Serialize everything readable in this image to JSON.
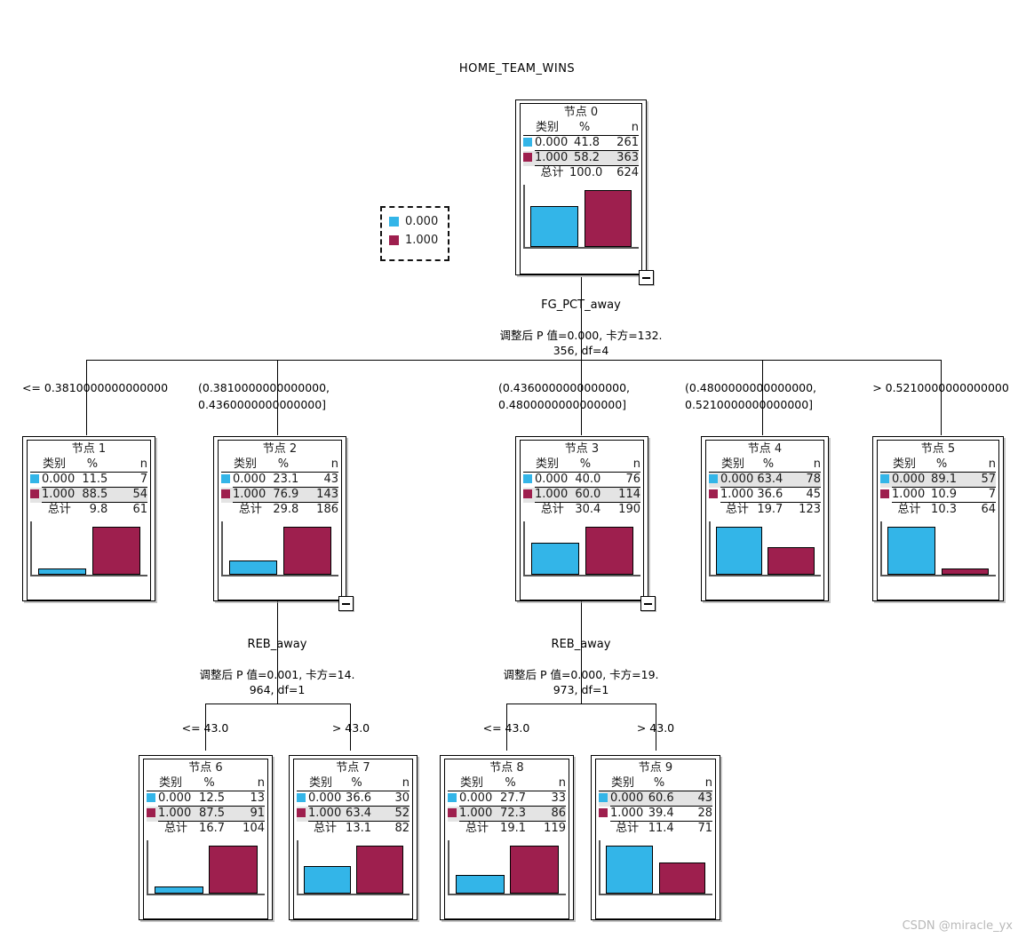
{
  "chart_data": {
    "type": "tree",
    "title": "HOME_TEAM_WINS",
    "target_variable": "HOME_TEAM_WINS",
    "legend": {
      "title": "",
      "entries": [
        {
          "label": "0.000",
          "color": "#33b5e8"
        },
        {
          "label": "1.000",
          "color": "#9e1f4e"
        }
      ]
    },
    "table_headers": {
      "class": "类别",
      "percent": "%",
      "n": "n",
      "total": "总计"
    },
    "nodes": [
      {
        "id": 0,
        "title": "节点 0",
        "rows": [
          {
            "class": "0.000",
            "pct": "41.8",
            "n": "261",
            "color": "#33b5e8",
            "highlight": false,
            "value": 41.8
          },
          {
            "class": "1.000",
            "pct": "58.2",
            "n": "363",
            "color": "#9e1f4e",
            "highlight": true,
            "value": 58.2
          }
        ],
        "total": {
          "label": "总计",
          "pct": "100.0",
          "n": "624"
        },
        "collapse": true
      },
      {
        "id": 1,
        "title": "节点 1",
        "rows": [
          {
            "class": "0.000",
            "pct": "11.5",
            "n": "7",
            "color": "#33b5e8",
            "highlight": false,
            "value": 11.5
          },
          {
            "class": "1.000",
            "pct": "88.5",
            "n": "54",
            "color": "#9e1f4e",
            "highlight": true,
            "value": 88.5
          }
        ],
        "total": {
          "label": "总计",
          "pct": "9.8",
          "n": "61"
        },
        "collapse": false
      },
      {
        "id": 2,
        "title": "节点 2",
        "rows": [
          {
            "class": "0.000",
            "pct": "23.1",
            "n": "43",
            "color": "#33b5e8",
            "highlight": false,
            "value": 23.1
          },
          {
            "class": "1.000",
            "pct": "76.9",
            "n": "143",
            "color": "#9e1f4e",
            "highlight": true,
            "value": 76.9
          }
        ],
        "total": {
          "label": "总计",
          "pct": "29.8",
          "n": "186"
        },
        "collapse": true
      },
      {
        "id": 3,
        "title": "节点 3",
        "rows": [
          {
            "class": "0.000",
            "pct": "40.0",
            "n": "76",
            "color": "#33b5e8",
            "highlight": false,
            "value": 40.0
          },
          {
            "class": "1.000",
            "pct": "60.0",
            "n": "114",
            "color": "#9e1f4e",
            "highlight": true,
            "value": 60.0
          }
        ],
        "total": {
          "label": "总计",
          "pct": "30.4",
          "n": "190"
        },
        "collapse": true
      },
      {
        "id": 4,
        "title": "节点 4",
        "rows": [
          {
            "class": "0.000",
            "pct": "63.4",
            "n": "78",
            "color": "#33b5e8",
            "highlight": true,
            "value": 63.4
          },
          {
            "class": "1.000",
            "pct": "36.6",
            "n": "45",
            "color": "#9e1f4e",
            "highlight": false,
            "value": 36.6
          }
        ],
        "total": {
          "label": "总计",
          "pct": "19.7",
          "n": "123"
        },
        "collapse": false
      },
      {
        "id": 5,
        "title": "节点 5",
        "rows": [
          {
            "class": "0.000",
            "pct": "89.1",
            "n": "57",
            "color": "#33b5e8",
            "highlight": true,
            "value": 89.1
          },
          {
            "class": "1.000",
            "pct": "10.9",
            "n": "7",
            "color": "#9e1f4e",
            "highlight": false,
            "value": 10.9
          }
        ],
        "total": {
          "label": "总计",
          "pct": "10.3",
          "n": "64"
        },
        "collapse": false
      },
      {
        "id": 6,
        "title": "节点 6",
        "rows": [
          {
            "class": "0.000",
            "pct": "12.5",
            "n": "13",
            "color": "#33b5e8",
            "highlight": false,
            "value": 12.5
          },
          {
            "class": "1.000",
            "pct": "87.5",
            "n": "91",
            "color": "#9e1f4e",
            "highlight": true,
            "value": 87.5
          }
        ],
        "total": {
          "label": "总计",
          "pct": "16.7",
          "n": "104"
        },
        "collapse": false
      },
      {
        "id": 7,
        "title": "节点 7",
        "rows": [
          {
            "class": "0.000",
            "pct": "36.6",
            "n": "30",
            "color": "#33b5e8",
            "highlight": false,
            "value": 36.6
          },
          {
            "class": "1.000",
            "pct": "63.4",
            "n": "52",
            "color": "#9e1f4e",
            "highlight": true,
            "value": 63.4
          }
        ],
        "total": {
          "label": "总计",
          "pct": "13.1",
          "n": "82"
        },
        "collapse": false
      },
      {
        "id": 8,
        "title": "节点 8",
        "rows": [
          {
            "class": "0.000",
            "pct": "27.7",
            "n": "33",
            "color": "#33b5e8",
            "highlight": false,
            "value": 27.7
          },
          {
            "class": "1.000",
            "pct": "72.3",
            "n": "86",
            "color": "#9e1f4e",
            "highlight": true,
            "value": 72.3
          }
        ],
        "total": {
          "label": "总计",
          "pct": "19.1",
          "n": "119"
        },
        "collapse": false
      },
      {
        "id": 9,
        "title": "节点 9",
        "rows": [
          {
            "class": "0.000",
            "pct": "60.6",
            "n": "43",
            "color": "#33b5e8",
            "highlight": true,
            "value": 60.6
          },
          {
            "class": "1.000",
            "pct": "39.4",
            "n": "28",
            "color": "#9e1f4e",
            "highlight": false,
            "value": 39.4
          }
        ],
        "total": {
          "label": "总计",
          "pct": "11.4",
          "n": "71"
        },
        "collapse": false
      }
    ],
    "splits": [
      {
        "parent": 0,
        "variable": "FG_PCT_away",
        "stats": "调整后 P 值=0.000, 卡方=132.\n356, df=4",
        "branches": [
          "<= 0.3810000000000000",
          "(0.3810000000000000,\n0.4360000000000000]",
          "(0.4360000000000000,\n0.4800000000000000]",
          "(0.4800000000000000,\n0.5210000000000000]",
          "> 0.5210000000000000"
        ]
      },
      {
        "parent": 2,
        "variable": "REB_away",
        "stats": "调整后 P 值=0.001, 卡方=14.\n964, df=1",
        "branches": [
          "<= 43.0",
          "> 43.0"
        ]
      },
      {
        "parent": 3,
        "variable": "REB_away",
        "stats": "调整后 P 值=0.000, 卡方=19.\n973, df=1",
        "branches": [
          "<= 43.0",
          "> 43.0"
        ]
      }
    ]
  },
  "watermark": "CSDN @miracle_yx"
}
